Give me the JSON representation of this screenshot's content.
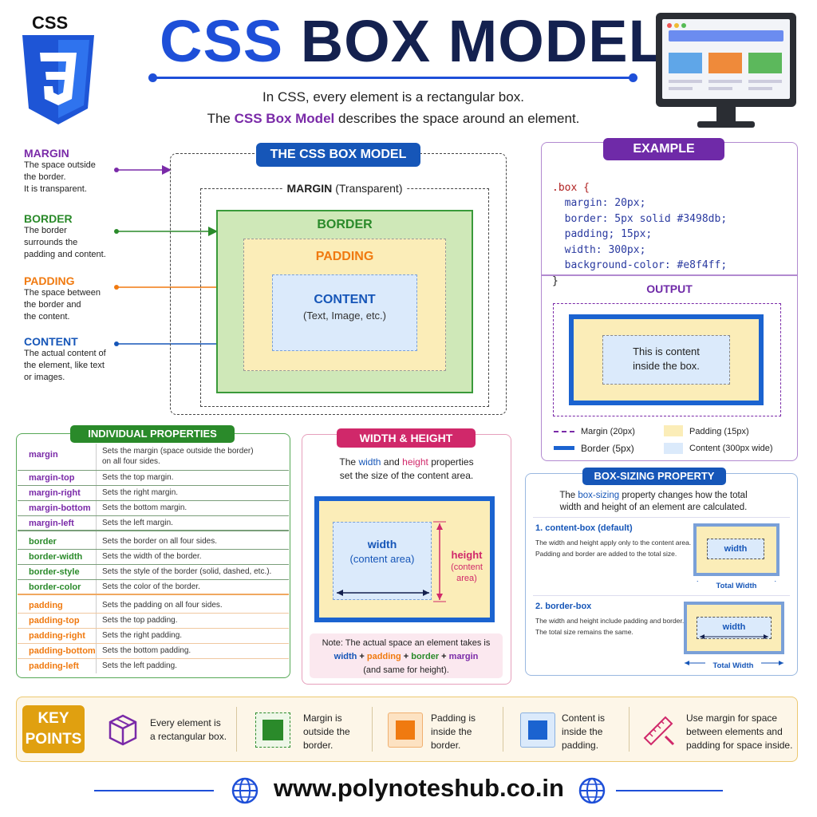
{
  "header": {
    "logo_text": "CSS",
    "logo_digit": "3",
    "title_part1": "CSS",
    "title_part2": "BOX MODEL",
    "subtitle_line1": "In CSS, every element is a rectangular box.",
    "subtitle_line2_pre": "The",
    "subtitle_line2_highlight": "CSS Box Model",
    "subtitle_line2_post": "describes the space around an element."
  },
  "legend": {
    "items": [
      {
        "title": "MARGIN",
        "lines": [
          "The space outside",
          "the border.",
          "It is transparent."
        ]
      },
      {
        "title": "BORDER",
        "lines": [
          "The border",
          "surrounds the",
          "padding and content."
        ]
      },
      {
        "title": "PADDING",
        "lines": [
          "The space between",
          "the border and",
          "the content."
        ]
      },
      {
        "title": "CONTENT",
        "lines": [
          "The actual content of",
          "the element, like text",
          "or images."
        ]
      }
    ]
  },
  "diagram": {
    "heading": "THE CSS BOX MODEL",
    "margin_label": "MARGIN",
    "margin_note": "(Transparent)",
    "border_label": "BORDER",
    "padding_label": "PADDING",
    "content_label": "CONTENT",
    "content_note": "(Text, Image, etc.)"
  },
  "example": {
    "heading": "EXAMPLE",
    "code": [
      ".box {",
      "  margin: 20px;",
      "  border: 5px solid #3498db;",
      "  padding; 15px;",
      "  width: 300px;",
      "  background-color: #e8f4ff;",
      "}"
    ],
    "output_heading": "OUTPUT",
    "output_text_line1": "This is content",
    "output_text_line2": "inside the box.",
    "key_margin": "Margin (20px)",
    "key_padding": "Padding (15px)",
    "key_border": "Border (5px)",
    "key_content": "Content (300px wide)"
  },
  "properties": {
    "heading": "INDIVIDUAL PROPERTIES",
    "rows": [
      {
        "prop": "margin",
        "desc1": "Sets the margin (space outside the border)",
        "desc2": "on all four sides."
      },
      {
        "prop": "margin-top",
        "desc1": "Sets the top margin."
      },
      {
        "prop": "margin-right",
        "desc1": "Sets the right margin."
      },
      {
        "prop": "margin-bottom",
        "desc1": "Sets the bottom margin."
      },
      {
        "prop": "margin-left",
        "desc1": "Sets the left margin."
      },
      {
        "prop": "border",
        "desc1": "Sets the border on all four sides."
      },
      {
        "prop": "border-width",
        "desc1": "Sets the width of the border."
      },
      {
        "prop": "border-style",
        "desc1": "Sets the style of the border (solid, dashed, etc.)."
      },
      {
        "prop": "border-color",
        "desc1": "Sets the color of the border."
      },
      {
        "prop": "padding",
        "desc1": "Sets the padding on all four sides."
      },
      {
        "prop": "padding-top",
        "desc1": "Sets the top padding."
      },
      {
        "prop": "padding-right",
        "desc1": "Sets the right padding."
      },
      {
        "prop": "padding-bottom",
        "desc1": "Sets the bottom padding."
      },
      {
        "prop": "padding-left",
        "desc1": "Sets the left padding."
      }
    ]
  },
  "width_height": {
    "heading": "WIDTH & HEIGHT",
    "intro_pre": "The",
    "intro_width": "width",
    "intro_and": "and",
    "intro_height": "height",
    "intro_post": "properties",
    "intro_line2": "set the size of the content area.",
    "width_label": "width",
    "width_note": "(content area)",
    "height_label": "height",
    "height_note1": "(content",
    "height_note2": "area)",
    "note_line1": "Note: The actual space an element takes is",
    "note_w": "width",
    "note_plus": "+",
    "note_p": "padding",
    "note_b": "border",
    "note_m": "margin",
    "note_line3": "(and same for height)."
  },
  "box_sizing": {
    "heading": "BOX-SIZING PROPERTY",
    "intro_pre": "The",
    "intro_highlight": "box-sizing",
    "intro_post": "property changes how the total",
    "intro_line2": "width and height of an element are calculated.",
    "content_box_title": "1. content-box (default)",
    "content_box_line1": "The width and height apply only to the content area.",
    "content_box_line2": "Padding and border are added to the total size.",
    "border_box_title": "2. border-box",
    "border_box_line1": "The width and height include padding and border.",
    "border_box_line2": "The total size remains the same.",
    "width_label": "width",
    "total_width": "Total Width"
  },
  "key_points": {
    "heading_line1": "KEY",
    "heading_line2": "POINTS",
    "items": [
      {
        "line1": "Every element is",
        "line2": "a rectangular box.",
        "line3": ""
      },
      {
        "line1": "Margin is",
        "line2": "outside the",
        "line3": "border."
      },
      {
        "line1": "Padding is",
        "line2": "inside the",
        "line3": "border."
      },
      {
        "line1": "Content is",
        "line2": "inside the",
        "line3": "padding."
      },
      {
        "line1": "Use margin for space",
        "line2": "between elements and",
        "line3": "padding for space inside."
      }
    ]
  },
  "footer": {
    "url": "www.polynoteshub.co.in"
  },
  "colors": {
    "title_blue": "#1e4fd8",
    "title_dark": "#14214f",
    "margin": "#7a2aa8",
    "border": "#2a8a2a",
    "padding": "#f07a10",
    "content": "#1656b8",
    "pink": "#d0286a"
  }
}
